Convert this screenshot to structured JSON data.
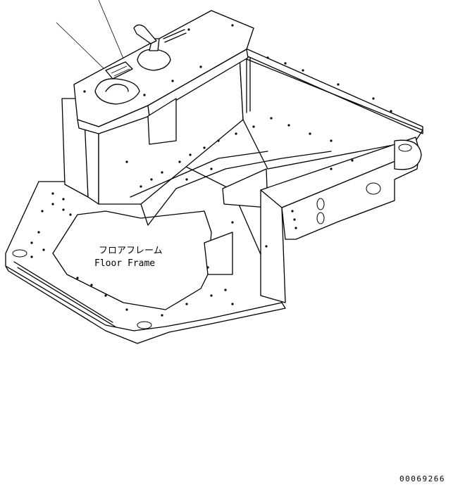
{
  "callout": {
    "label_jp": "フロアフレーム",
    "label_en": "Floor Frame"
  },
  "drawing_number": "00069266"
}
